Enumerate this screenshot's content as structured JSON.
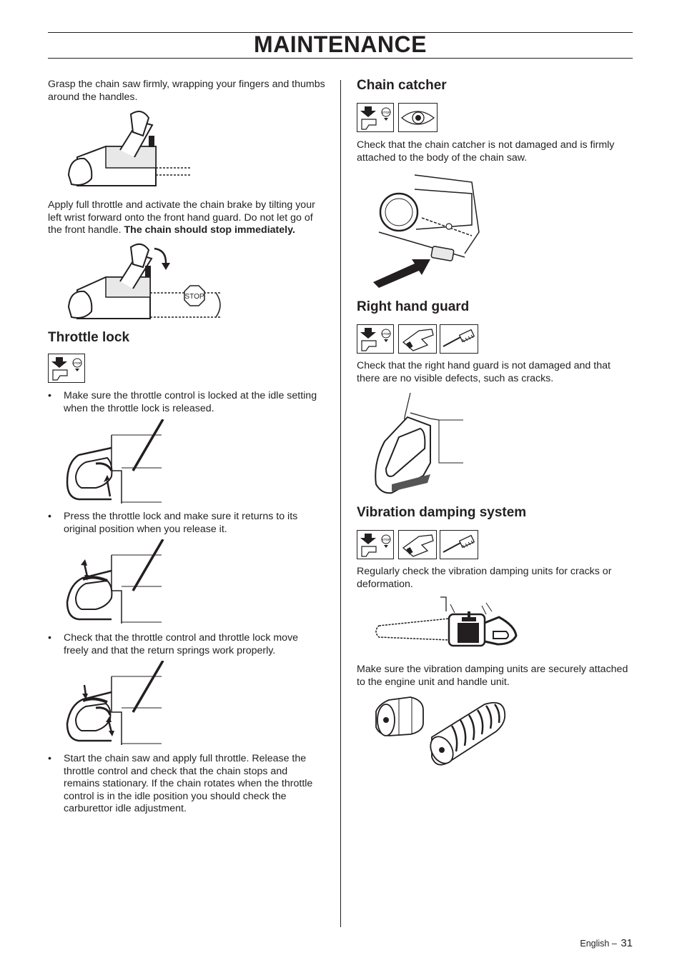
{
  "header": {
    "title": "MAINTENANCE"
  },
  "left": {
    "intro": "Grasp the chain saw firmly, wrapping your fingers and thumbs around the handles.",
    "brake_text": "Apply full throttle and activate the chain brake by tilting your left wrist forward onto the front hand guard. Do not let go of the front handle.",
    "brake_bold": "The chain should stop immediately.",
    "stop_sign": "STOP",
    "throttle_lock": {
      "heading": "Throttle lock",
      "bullets": [
        "Make sure the throttle control is locked at the idle setting when the throttle lock is released.",
        "Press the throttle lock and make sure it returns to its original position when you release it.",
        "Check that the throttle control and throttle lock move freely and that the return springs work properly.",
        "Start the chain saw and apply full throttle. Release the throttle control and check that the chain stops and remains stationary. If the chain rotates when the throttle control is in the idle position you should check the carburettor idle adjustment."
      ]
    }
  },
  "right": {
    "chain_catcher": {
      "heading": "Chain catcher",
      "text": "Check that the chain catcher is not damaged and is firmly attached to the body of the chain saw."
    },
    "right_hand_guard": {
      "heading": "Right hand guard",
      "text": "Check that the right hand guard is not damaged and that there are no visible defects, such as cracks."
    },
    "vibration": {
      "heading": "Vibration damping system",
      "text1": "Regularly check the vibration damping units for cracks or deformation.",
      "text2": "Make sure the vibration damping units are securely attached to the engine unit and handle unit."
    }
  },
  "icons": {
    "stop_label": "STOP",
    "names": [
      "stop-engine-icon",
      "inspect-eye-icon",
      "gloves-icon",
      "brush-icon"
    ]
  },
  "footer": {
    "language": "English",
    "dash": "–",
    "page": "31"
  }
}
